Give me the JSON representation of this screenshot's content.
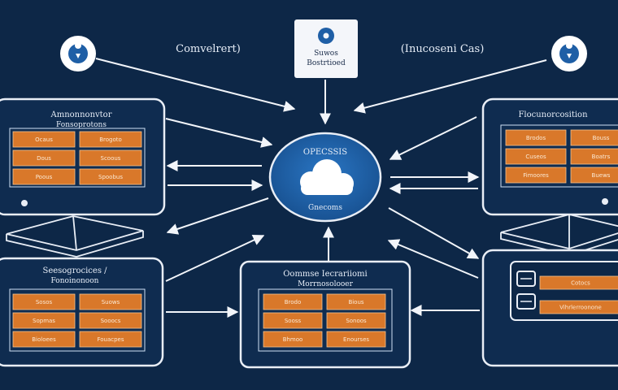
{
  "colors": {
    "background": "#0d2747",
    "panel_stroke": "#e9eef6",
    "cell_orange": "#d9782a",
    "cloud_blue": "#1f5fa6",
    "arrow": "#f2f5fa"
  },
  "labels": {
    "top_left": "Comvelrert)",
    "top_right": "(Inucoseni Cas)"
  },
  "top_card": {
    "icon": "globe-pin-icon",
    "line1": "Suwos",
    "line2": "Bostrtioed"
  },
  "cloud_hub": {
    "icon": "cloud-icon",
    "title": "OPECSSIS",
    "caption": "Gnecoms"
  },
  "panels": {
    "top_left": {
      "title": "Amnonnonvtor",
      "subtitle": "Fonsoprotons",
      "cells": [
        "Ocaus",
        "Brogoto",
        "Dous",
        "Scoous",
        "Poous",
        "Spoobus"
      ]
    },
    "top_right": {
      "title": "Flocunorcosition",
      "cells": [
        "Brodos",
        "Bouss",
        "Cuseos",
        "Boatrs",
        "Fimoores",
        "Buews"
      ]
    },
    "bottom_left": {
      "title": "Seesogrocices /",
      "subtitle": "Fonoinonoon",
      "cells": [
        "Sosos",
        "Suows",
        "Sopmas",
        "Sooocs",
        "Bioloees",
        "Fouacpes"
      ]
    },
    "bottom_center": {
      "title": "Oommse Iecrariiomi",
      "subtitle": "Morrnosolooer",
      "cells": [
        "Brodo",
        "Bious",
        "Sooss",
        "Sonoos",
        "Bhmoo",
        "Enourses"
      ]
    },
    "bottom_right": {
      "cells": [
        "Cotocs",
        "Vihrlerroonone"
      ]
    }
  },
  "decor": {
    "circle_icons": [
      "location-pin-icon",
      "location-pin-icon"
    ],
    "diamonds": [
      "diamond-plate",
      "diamond-plate"
    ],
    "drive_icons": [
      "storage-drive-icon",
      "storage-drive-icon"
    ]
  }
}
